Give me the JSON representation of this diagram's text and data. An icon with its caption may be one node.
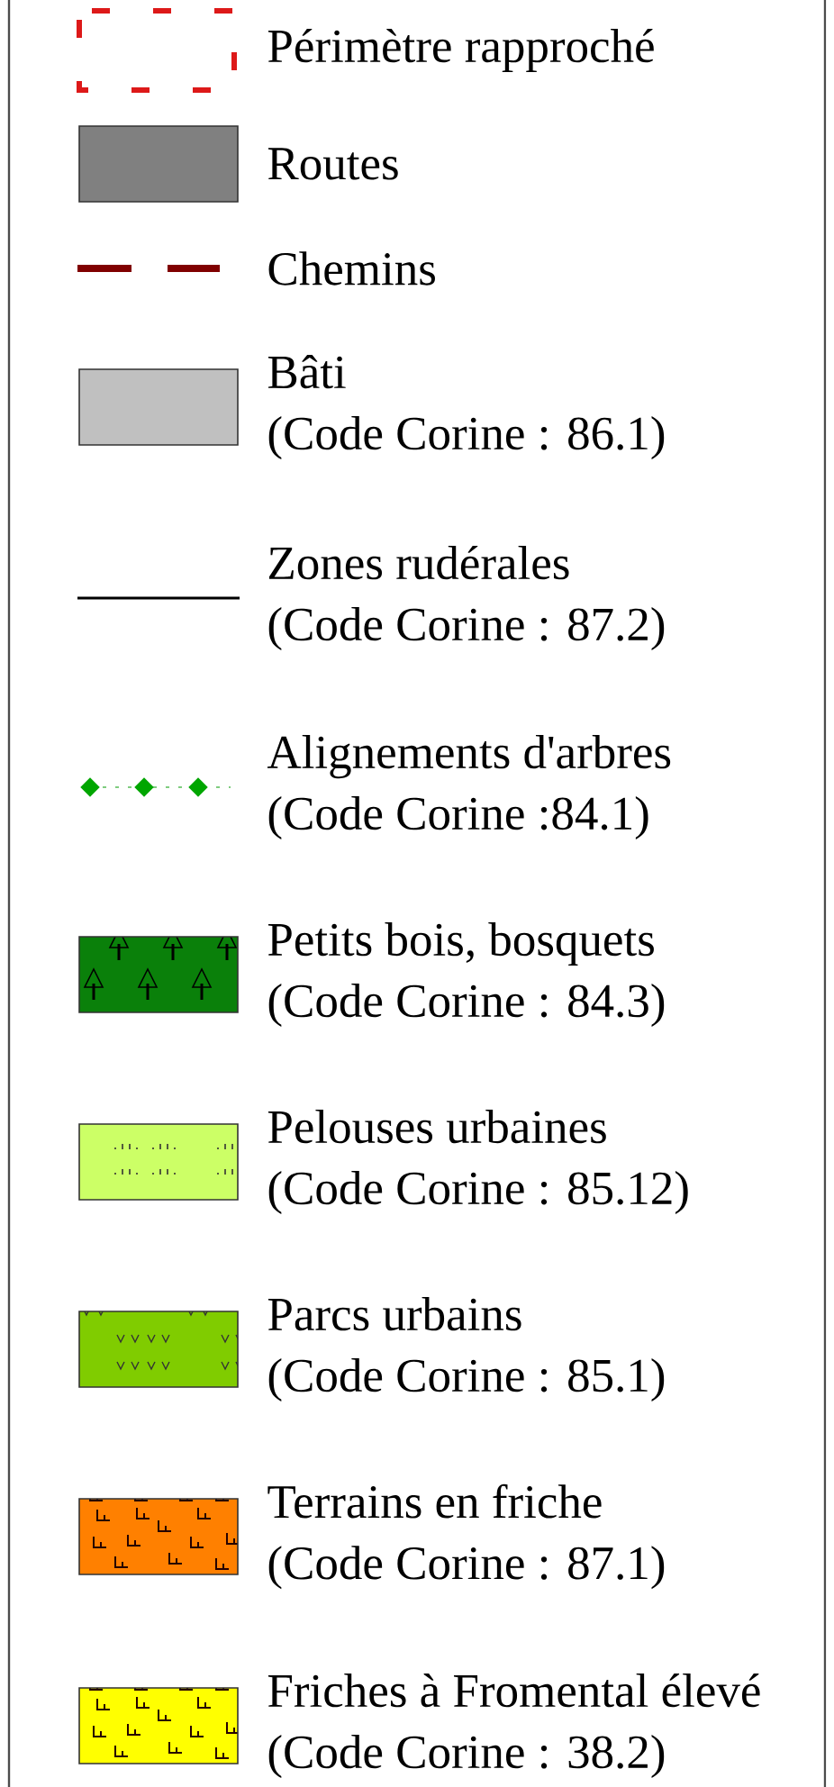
{
  "diagram": {
    "legend": [
      {
        "text": "Périmètre rapproché"
      },
      {
        "text": "Routes",
        "color": "#808080"
      },
      {
        "text": "Chemins"
      },
      {
        "text": "Bâti (Code Corine : 86.1)",
        "color": "#c0c0c0"
      },
      {
        "text": "Zones rudérales (Code Corine : 87.2)"
      },
      {
        "text": "Alignements d'arbres (Code Corine :84.1)"
      },
      {
        "text": "Petits bois, bosquets (Code Corine : 84.3)",
        "color": "#0a800a"
      },
      {
        "text": "Pelouses urbaines (Code Corine : 85.12)",
        "color": "#ccff66"
      },
      {
        "text": "Parcs urbains (Code Corine : 85.1)",
        "color": "#80cc00"
      },
      {
        "text": "Terrains en friche (Code Corine : 87.1)",
        "color": "#ff8000"
      },
      {
        "text": "Friches à Fromental élevé (Code Corine : 38.2)",
        "color": "#ffff00"
      }
    ]
  }
}
